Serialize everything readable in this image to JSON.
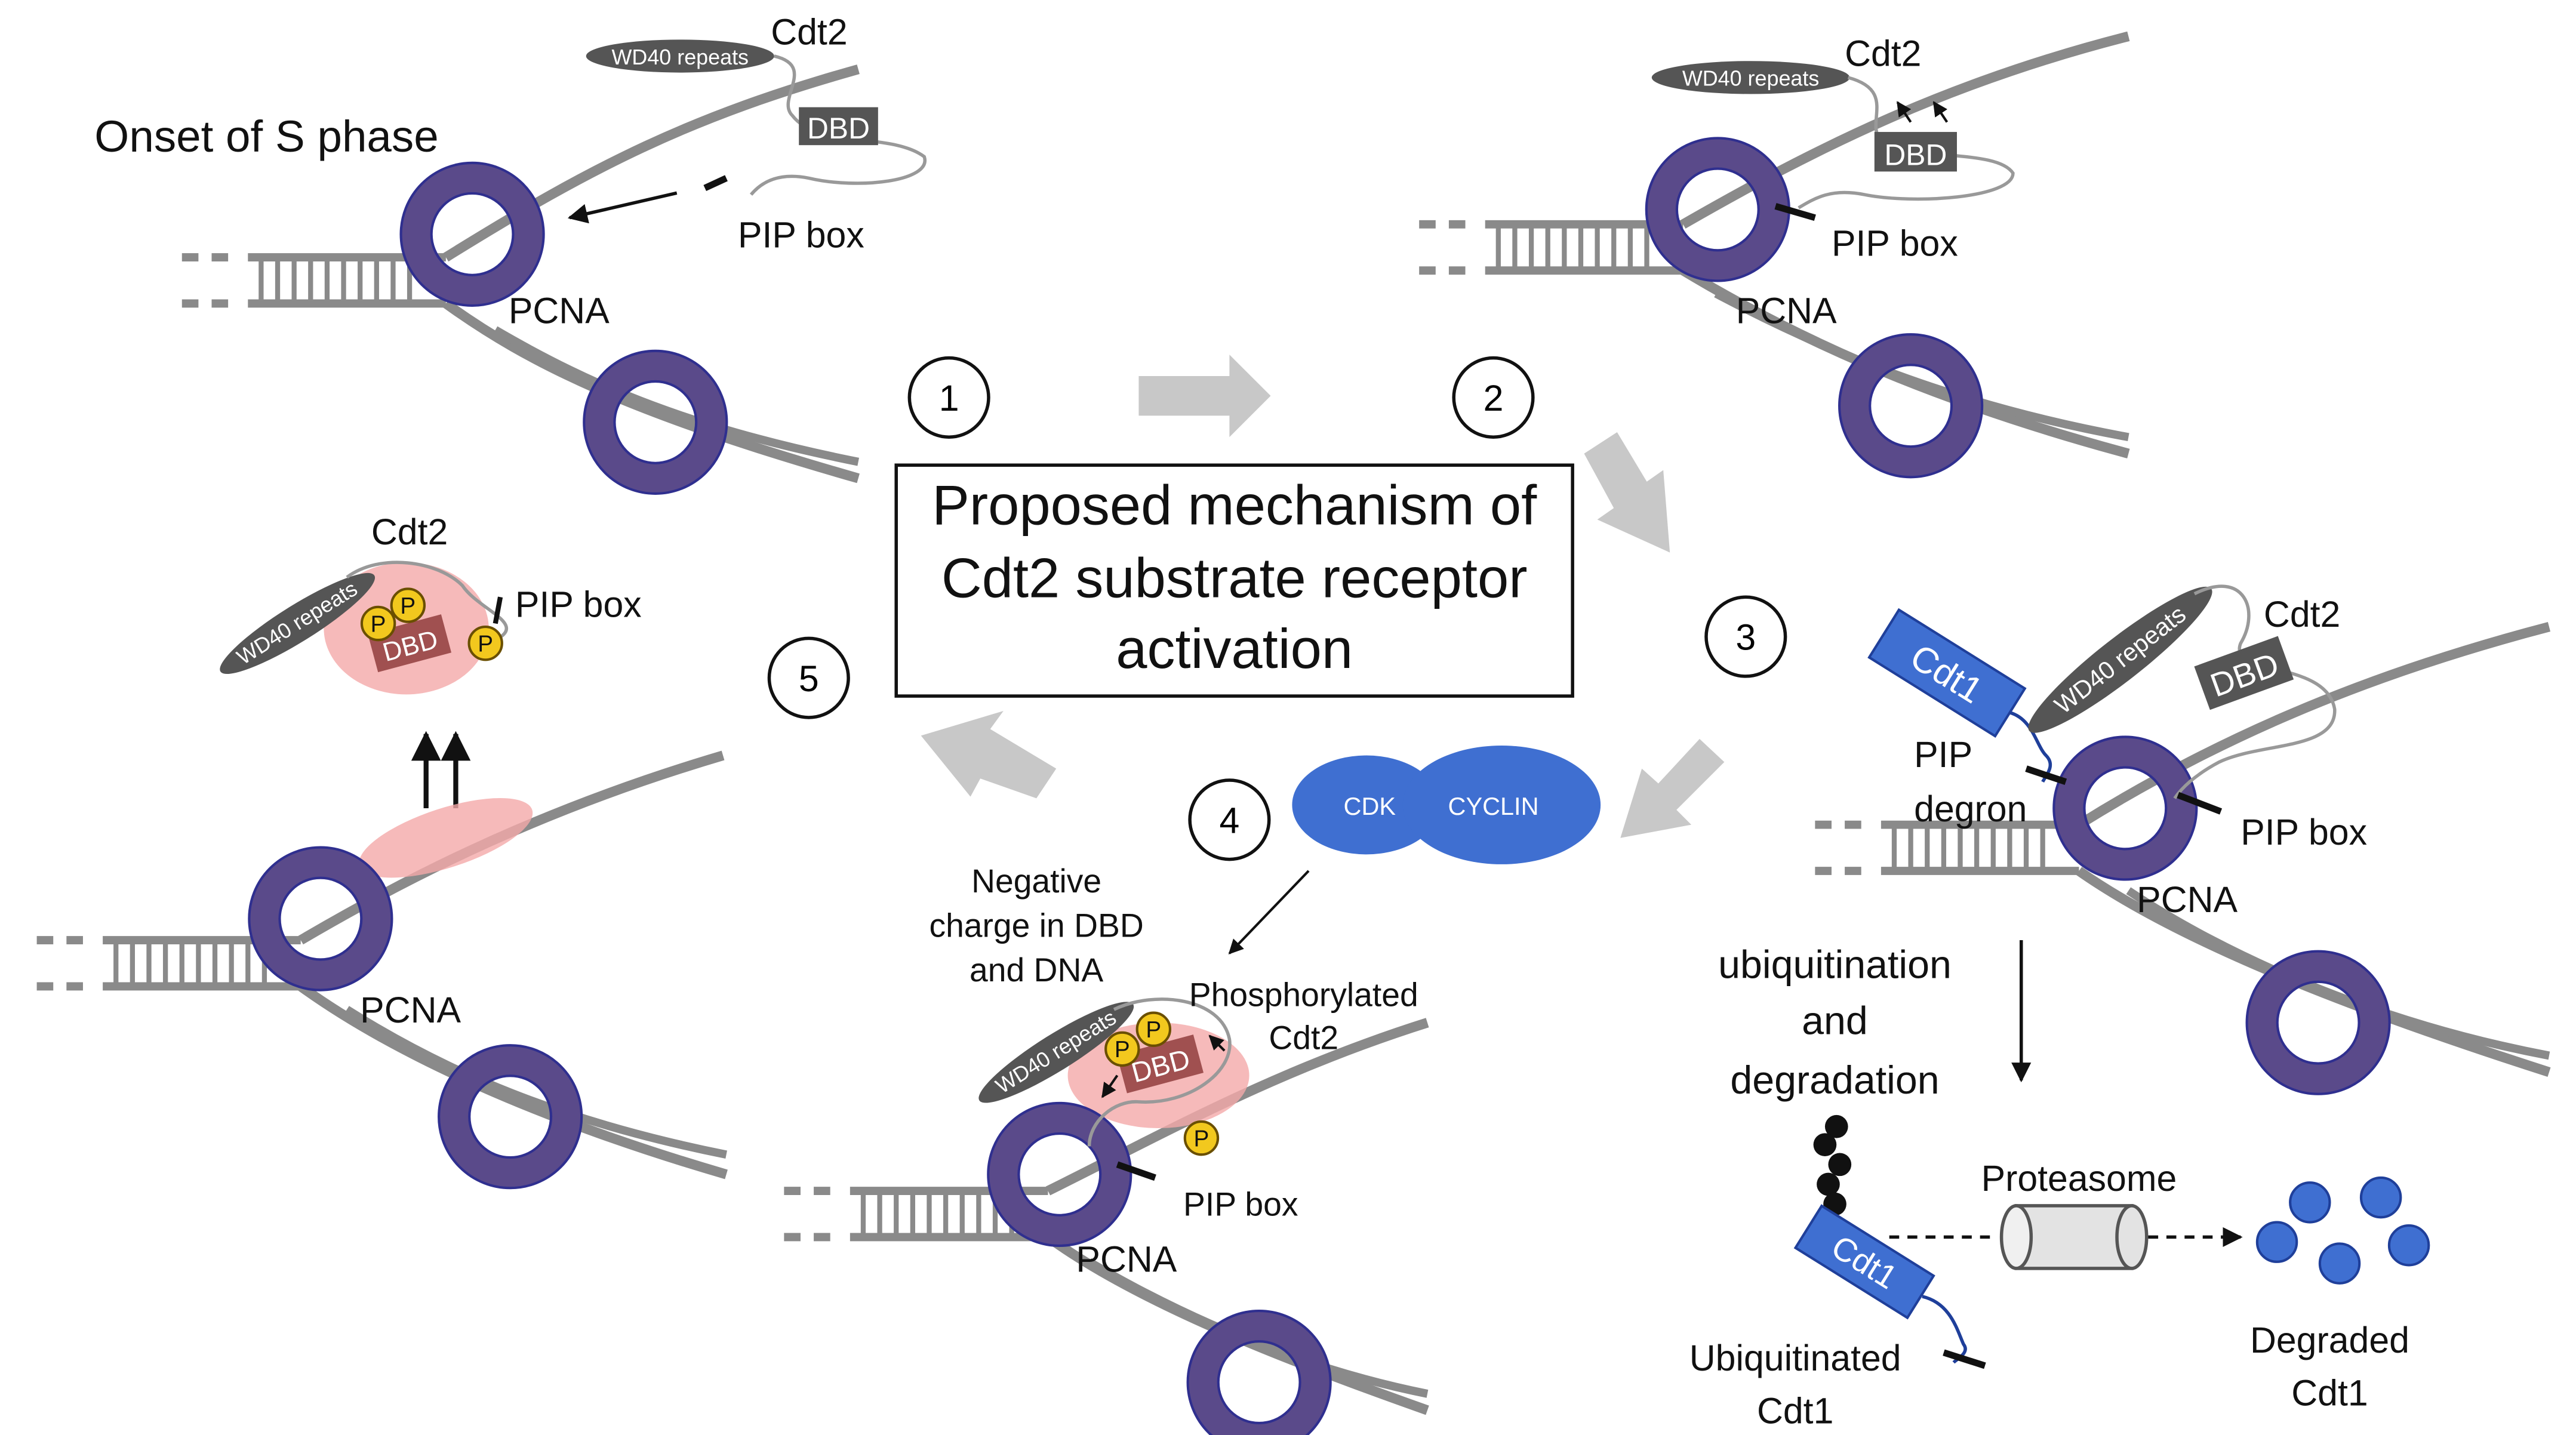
{
  "title": {
    "line1": "Proposed mechanism of",
    "line2": "Cdt2 substrate receptor",
    "line3": "activation"
  },
  "steps": [
    "1",
    "2",
    "3",
    "4",
    "5"
  ],
  "panel1": {
    "heading": "Onset of S phase",
    "wd40": "WD40 repeats",
    "cdt2": "Cdt2",
    "dbd": "DBD",
    "pip_box": "PIP box",
    "pcna": "PCNA"
  },
  "panel2": {
    "wd40": "WD40 repeats",
    "cdt2": "Cdt2",
    "dbd": "DBD",
    "pip_box": "PIP box",
    "pcna": "PCNA"
  },
  "panel3": {
    "cdt1": "Cdt1",
    "wd40": "WD40 repeats",
    "cdt2": "Cdt2",
    "dbd": "DBD",
    "pip_degron_line1": "PIP",
    "pip_degron_line2": "degron",
    "pip_box": "PIP box",
    "pcna": "PCNA",
    "ub_line1": "ubiquitination",
    "ub_line2": "and",
    "ub_line3": "degradation",
    "proteasome": "Proteasome",
    "ubiquitinated_line1": "Ubiquitinated",
    "ubiquitinated_line2": "Cdt1",
    "ubcdt1": "Cdt1",
    "degraded_line1": "Degraded",
    "degraded_line2": "Cdt1"
  },
  "panel4": {
    "cdk": "CDK",
    "cyclin": "CYCLIN",
    "neg_line1": "Negative",
    "neg_line2": "charge in DBD",
    "neg_line3": "and DNA",
    "phos_line1": "Phosphorylated",
    "phos_line2": "Cdt2",
    "wd40": "WD40 repeats",
    "dbd": "DBD",
    "p": "P",
    "pip_box": "PIP box",
    "pcna": "PCNA"
  },
  "panel5": {
    "cdt2": "Cdt2",
    "wd40": "WD40 repeats",
    "dbd": "DBD",
    "p": "P",
    "pip_box": "PIP box",
    "pcna": "PCNA"
  },
  "colors": {
    "pcna_ring": "#5a4a8a",
    "pcna_outline": "#2f2f8f",
    "dna": "#8a8a8a",
    "cdk_blue": "#3f6fd1",
    "arrow_gray": "#c8c8c8",
    "phospho_fill": "#f2c81e",
    "wd40_fill": "#555555",
    "dbd_fill": "#444444",
    "charge_red": "#f4a9a9"
  }
}
